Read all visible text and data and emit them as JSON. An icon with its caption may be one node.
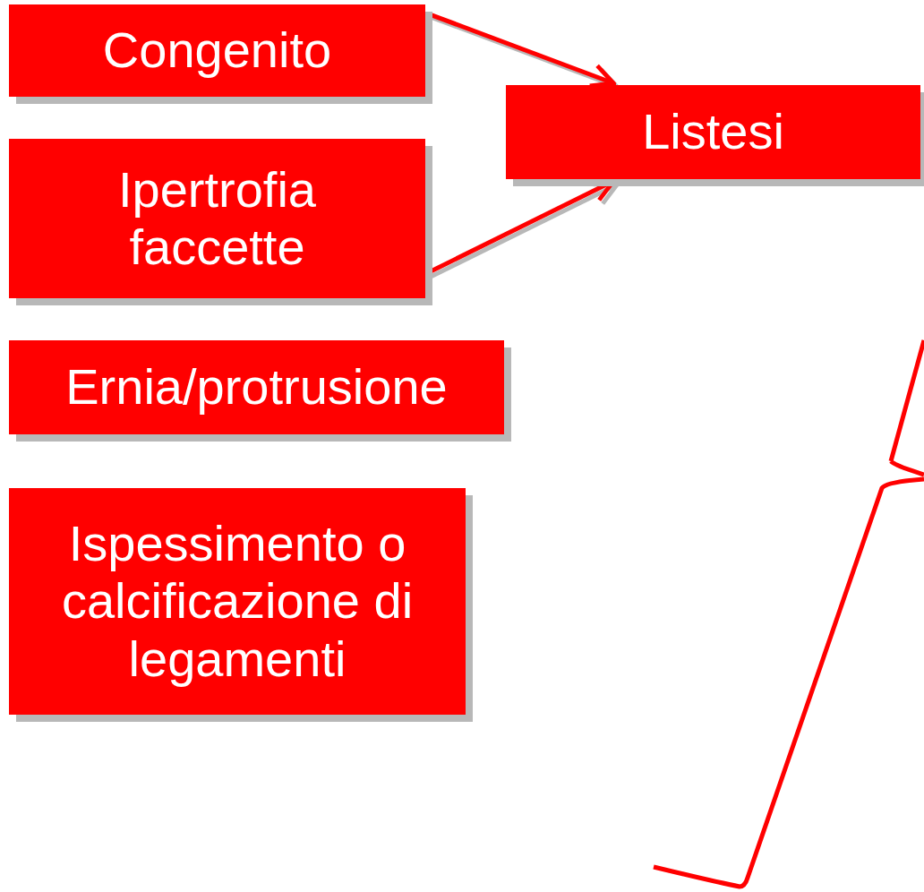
{
  "diagram": {
    "nodes": [
      {
        "text": [
          "Congenito"
        ]
      },
      {
        "text": [
          "Ipertrofia faccette"
        ]
      },
      {
        "text": [
          "Ernia/protrusione"
        ]
      },
      {
        "text": [
          "Ispessimento o calcificazione di legamenti"
        ]
      },
      {
        "text": [
          "Listesi"
        ]
      }
    ],
    "edges": [
      {
        "from": 0,
        "to": 4,
        "arrow": "to"
      },
      {
        "from": 1,
        "to": 4,
        "arrow": "to"
      }
    ]
  }
}
